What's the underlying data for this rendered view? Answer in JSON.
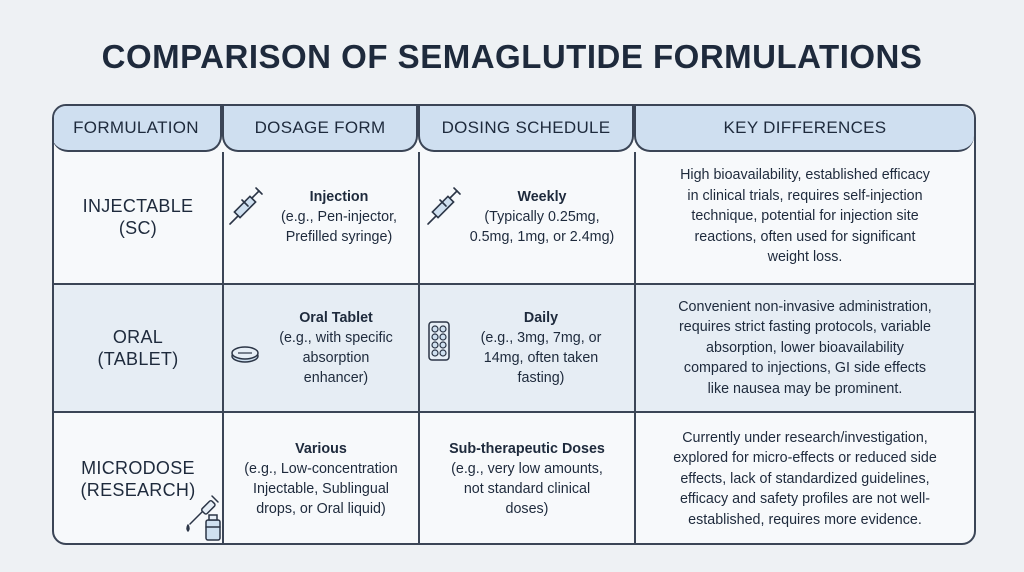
{
  "title": "COMPARISON OF SEMAGLUTIDE FORMULATIONS",
  "headers": [
    "FORMULATION",
    "DOSAGE FORM",
    "DOSING SCHEDULE",
    "KEY DIFFERENCES"
  ],
  "rows": [
    {
      "formulation": [
        "INJECTABLE",
        "(SC)"
      ],
      "dosage_title": "Injection",
      "dosage_lines": [
        "(e.g., Pen-injector,",
        "Prefilled syringe)"
      ],
      "dosage_icon": "syringe-icon",
      "schedule_title": "Weekly",
      "schedule_lines": [
        "(Typically 0.25mg,",
        "0.5mg, 1mg, or 2.4mg)"
      ],
      "schedule_icon": "syringe-icon",
      "key_differences": [
        "High bioavailability, established efficacy",
        "in clinical trials, requires self-injection",
        "technique, potential for injection site",
        "reactions, often used for significant",
        "weight loss."
      ]
    },
    {
      "formulation": [
        "ORAL",
        "(TABLET)"
      ],
      "dosage_title": "Oral Tablet",
      "dosage_lines": [
        "(e.g., with specific",
        "absorption",
        "enhancer)"
      ],
      "dosage_icon": "tablet-icon",
      "schedule_title": "Daily",
      "schedule_lines": [
        "(e.g., 3mg, 7mg, or",
        "14mg, often taken",
        "fasting)"
      ],
      "schedule_icon": "blister-pack-icon",
      "key_differences": [
        "Convenient non-invasive administration,",
        "requires strict fasting protocols, variable",
        "absorption, lower bioavailability",
        "compared to injections, GI side effects",
        "like nausea may be prominent."
      ]
    },
    {
      "formulation": [
        "MICRODOSE",
        "(RESEARCH)"
      ],
      "dosage_title": "Various",
      "dosage_lines": [
        "(e.g., Low-concentration",
        "Injectable, Sublingual",
        "drops, or Oral liquid)"
      ],
      "dosage_icon": "dropper-bottle-icon",
      "schedule_title": "Sub-therapeutic Doses",
      "schedule_lines": [
        "(e.g., very low amounts,",
        "not standard clinical",
        "doses)"
      ],
      "schedule_icon": "",
      "key_differences": [
        "Currently under research/investigation,",
        "explored for micro-effects or reduced side",
        "effects, lack of standardized guidelines,",
        "efficacy and safety profiles are not well-",
        "established, requires more evidence."
      ]
    }
  ]
}
